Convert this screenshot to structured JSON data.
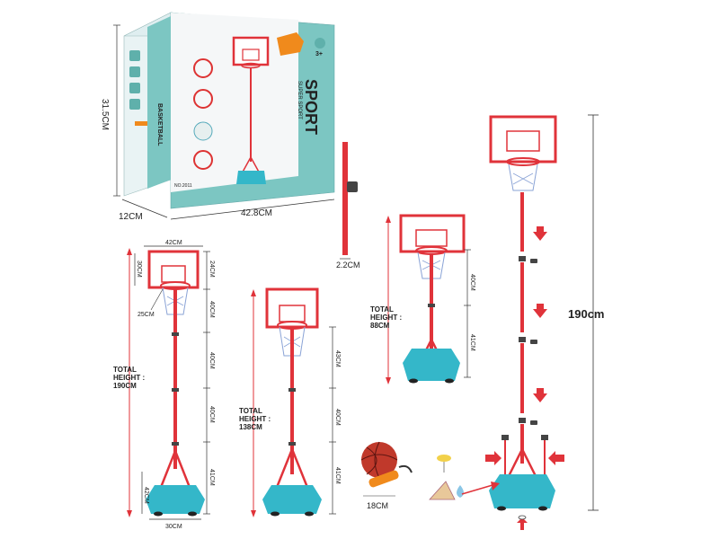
{
  "box": {
    "height_label": "31.5CM",
    "depth_label": "12CM",
    "width_label": "42.8CM",
    "brand_sport": "SPORT",
    "brand_super": "SUPER SPORT",
    "side_text": "BASKETBALL",
    "age_badge": "3+",
    "model": "NO.2011",
    "colors": {
      "teal": "#7cc6c2",
      "white": "#f5f7f8",
      "orange": "#f08a1c"
    }
  },
  "pole_detail": {
    "label": "2.2CM"
  },
  "stand_190": {
    "rim_width": "42CM",
    "board_height": "30CM",
    "board_side": "24CM",
    "rim_label": "25CM",
    "seg1": "40CM",
    "seg2": "40CM",
    "seg3": "40CM",
    "seg4": "41CM",
    "base_height": "42CM",
    "base_width": "30CM",
    "total_line1": "TOTAL",
    "total_line2": "HEIGHT :",
    "total_line3": "190CM"
  },
  "stand_138": {
    "seg1": "43CM",
    "seg2": "40CM",
    "seg3": "41CM",
    "total_line1": "TOTAL",
    "total_line2": "HEIGHT :",
    "total_line3": "138CM"
  },
  "stand_88": {
    "seg1": "40CM",
    "seg2": "41CM",
    "total_line1": "TOTAL",
    "total_line2": "HEIGHT :",
    "total_line3": "88CM"
  },
  "assembly": {
    "height_label": "190cm"
  },
  "ball": {
    "label": "18CM"
  },
  "colors": {
    "red": "#e0333a",
    "base": "#34b7c9",
    "ball": "#c0392b"
  }
}
